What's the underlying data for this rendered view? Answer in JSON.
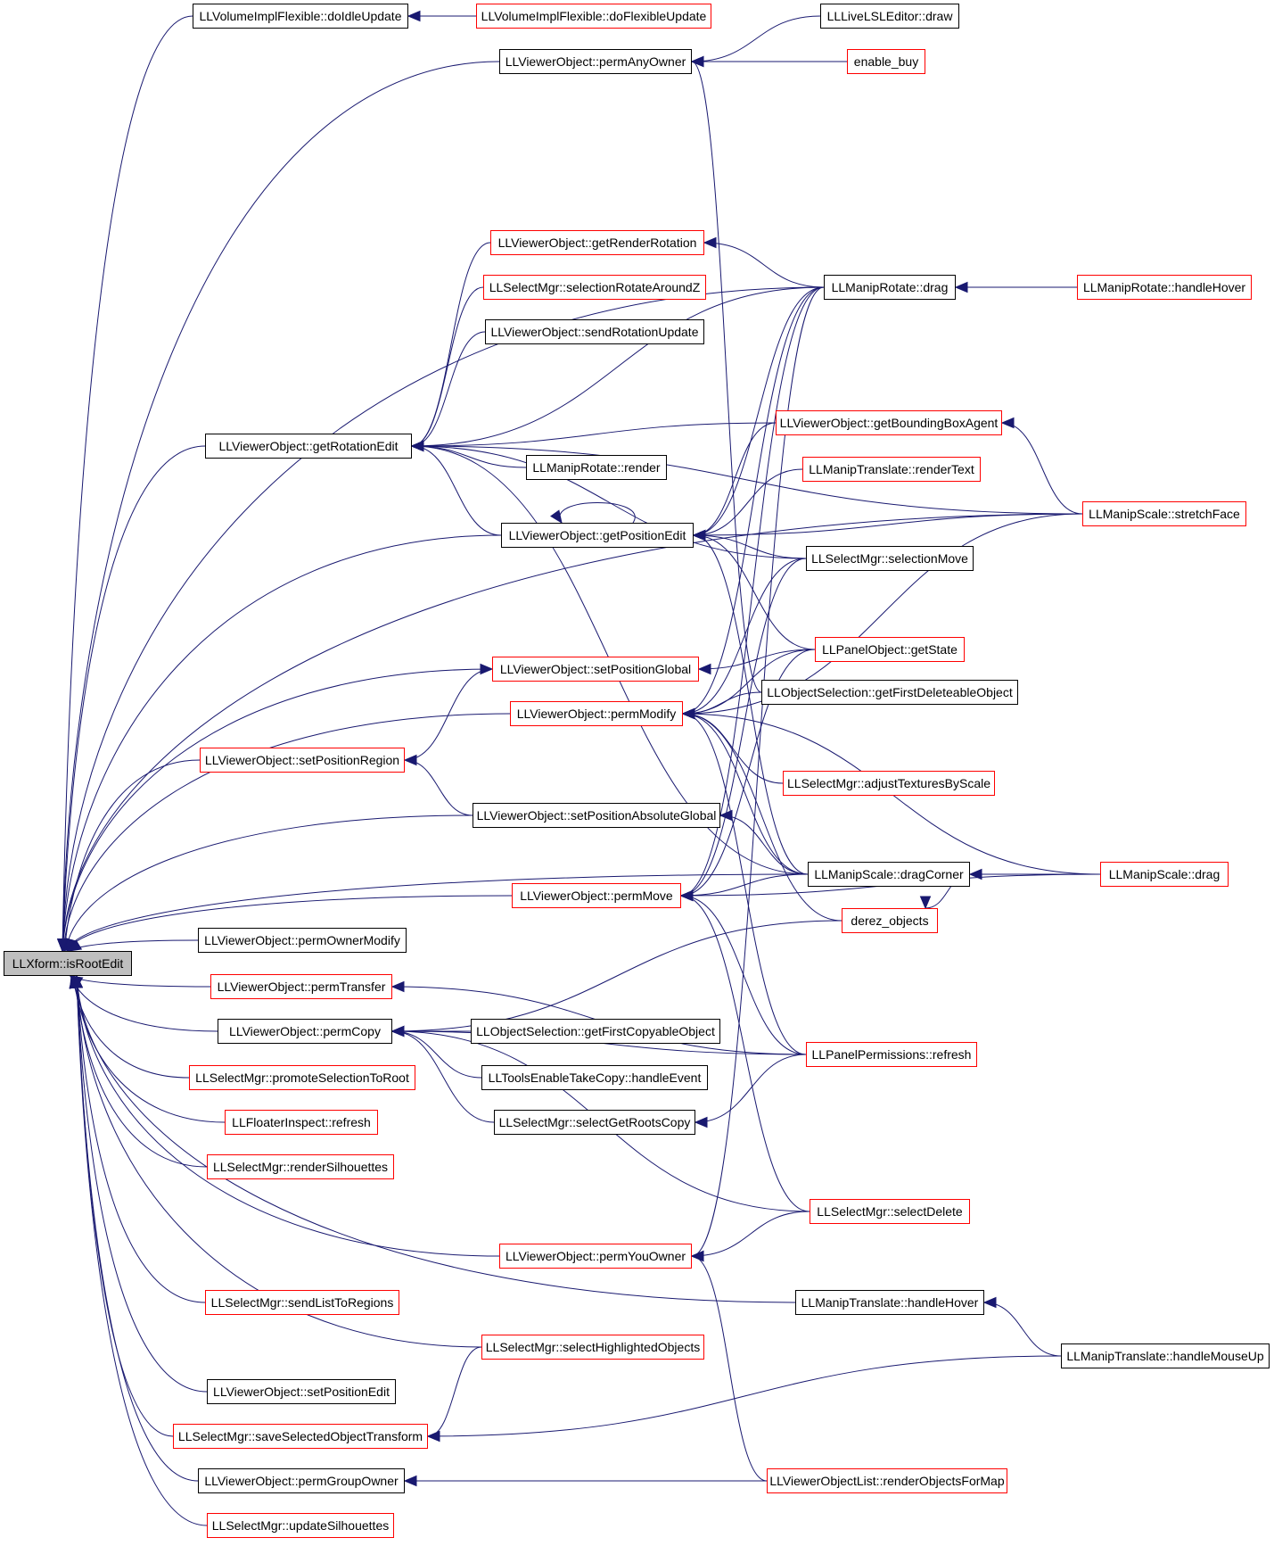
{
  "colors": {
    "edge": "#191970",
    "link_border": "#ff0000",
    "plain_border": "#000000",
    "root_fill": "#bfbfbf"
  },
  "nodes": [
    {
      "id": "isRootEdit",
      "label": "LLXform::isRootEdit",
      "style": "root"
    },
    {
      "id": "doIdleUpdate",
      "label": "LLVolumeImplFlexible::doIdleUpdate",
      "style": "black"
    },
    {
      "id": "doFlexibleUpdate",
      "label": "LLVolumeImplFlexible::doFlexibleUpdate",
      "style": "red"
    },
    {
      "id": "permAnyOwner",
      "label": "LLViewerObject::permAnyOwner",
      "style": "black"
    },
    {
      "id": "liveDraw",
      "label": "LLLiveLSLEditor::draw",
      "style": "black"
    },
    {
      "id": "enableBuy",
      "label": "enable_buy",
      "style": "red"
    },
    {
      "id": "getRenderRotation",
      "label": "LLViewerObject::getRenderRotation",
      "style": "red"
    },
    {
      "id": "selRotAroundZ",
      "label": "LLSelectMgr::selectionRotateAroundZ",
      "style": "red"
    },
    {
      "id": "sendRotationUpdate",
      "label": "LLViewerObject::sendRotationUpdate",
      "style": "black"
    },
    {
      "id": "rotDrag",
      "label": "LLManipRotate::drag",
      "style": "black"
    },
    {
      "id": "rotHover",
      "label": "LLManipRotate::handleHover",
      "style": "red"
    },
    {
      "id": "getRotationEdit",
      "label": "LLViewerObject::getRotationEdit",
      "style": "black"
    },
    {
      "id": "getBBoxAgent",
      "label": "LLViewerObject::getBoundingBoxAgent",
      "style": "red"
    },
    {
      "id": "rotRender",
      "label": "LLManipRotate::render",
      "style": "black"
    },
    {
      "id": "renderText",
      "label": "LLManipTranslate::renderText",
      "style": "red"
    },
    {
      "id": "stretchFace",
      "label": "LLManipScale::stretchFace",
      "style": "red"
    },
    {
      "id": "getPositionEdit",
      "label": "LLViewerObject::getPositionEdit",
      "style": "black"
    },
    {
      "id": "selectionMove",
      "label": "LLSelectMgr::selectionMove",
      "style": "black"
    },
    {
      "id": "getState",
      "label": "LLPanelObject::getState",
      "style": "red"
    },
    {
      "id": "setPositionGlobal",
      "label": "LLViewerObject::setPositionGlobal",
      "style": "red"
    },
    {
      "id": "firstDeleteable",
      "label": "LLObjectSelection::getFirstDeleteableObject",
      "style": "black"
    },
    {
      "id": "permModify",
      "label": "LLViewerObject::permModify",
      "style": "red"
    },
    {
      "id": "setPositionRegion",
      "label": "LLViewerObject::setPositionRegion",
      "style": "red"
    },
    {
      "id": "adjustTextures",
      "label": "LLSelectMgr::adjustTexturesByScale",
      "style": "red"
    },
    {
      "id": "setPosAbsGlobal",
      "label": "LLViewerObject::setPositionAbsoluteGlobal",
      "style": "black"
    },
    {
      "id": "dragCorner",
      "label": "LLManipScale::dragCorner",
      "style": "black"
    },
    {
      "id": "scaleDrag",
      "label": "LLManipScale::drag",
      "style": "red"
    },
    {
      "id": "permMove",
      "label": "LLViewerObject::permMove",
      "style": "red"
    },
    {
      "id": "derez",
      "label": "derez_objects",
      "style": "red"
    },
    {
      "id": "permOwnerModify",
      "label": "LLViewerObject::permOwnerModify",
      "style": "black"
    },
    {
      "id": "permTransfer",
      "label": "LLViewerObject::permTransfer",
      "style": "red"
    },
    {
      "id": "permCopy",
      "label": "LLViewerObject::permCopy",
      "style": "black"
    },
    {
      "id": "firstCopyable",
      "label": "LLObjectSelection::getFirstCopyableObject",
      "style": "black"
    },
    {
      "id": "panelRefresh",
      "label": "LLPanelPermissions::refresh",
      "style": "red"
    },
    {
      "id": "promoteSel",
      "label": "LLSelectMgr::promoteSelectionToRoot",
      "style": "red"
    },
    {
      "id": "takeCopy",
      "label": "LLToolsEnableTakeCopy::handleEvent",
      "style": "black"
    },
    {
      "id": "floaterRefresh",
      "label": "LLFloaterInspect::refresh",
      "style": "red"
    },
    {
      "id": "rootsCopy",
      "label": "LLSelectMgr::selectGetRootsCopy",
      "style": "black"
    },
    {
      "id": "renderSil",
      "label": "LLSelectMgr::renderSilhouettes",
      "style": "red"
    },
    {
      "id": "selectDelete",
      "label": "LLSelectMgr::selectDelete",
      "style": "red"
    },
    {
      "id": "permYouOwner",
      "label": "LLViewerObject::permYouOwner",
      "style": "red"
    },
    {
      "id": "sendList",
      "label": "LLSelectMgr::sendListToRegions",
      "style": "red"
    },
    {
      "id": "transHover",
      "label": "LLManipTranslate::handleHover",
      "style": "black"
    },
    {
      "id": "selHighlighted",
      "label": "LLSelectMgr::selectHighlightedObjects",
      "style": "red"
    },
    {
      "id": "mouseUp",
      "label": "LLManipTranslate::handleMouseUp",
      "style": "black"
    },
    {
      "id": "setPositionEdit",
      "label": "LLViewerObject::setPositionEdit",
      "style": "black"
    },
    {
      "id": "saveSel",
      "label": "LLSelectMgr::saveSelectedObjectTransform",
      "style": "red"
    },
    {
      "id": "permGroupOwner",
      "label": "LLViewerObject::permGroupOwner",
      "style": "black"
    },
    {
      "id": "renderForMap",
      "label": "LLViewerObjectList::renderObjectsForMap",
      "style": "red"
    },
    {
      "id": "updateSil",
      "label": "LLSelectMgr::updateSilhouettes",
      "style": "red"
    }
  ],
  "edges": [
    [
      "doIdleUpdate",
      "isRootEdit"
    ],
    [
      "permAnyOwner",
      "isRootEdit"
    ],
    [
      "getRotationEdit",
      "isRootEdit"
    ],
    [
      "getPositionEdit",
      "isRootEdit"
    ],
    [
      "setPositionGlobal",
      "isRootEdit"
    ],
    [
      "permModify",
      "isRootEdit"
    ],
    [
      "setPositionRegion",
      "isRootEdit"
    ],
    [
      "setPosAbsGlobal",
      "isRootEdit"
    ],
    [
      "permMove",
      "isRootEdit"
    ],
    [
      "permOwnerModify",
      "isRootEdit"
    ],
    [
      "permTransfer",
      "isRootEdit"
    ],
    [
      "permCopy",
      "isRootEdit"
    ],
    [
      "promoteSel",
      "isRootEdit"
    ],
    [
      "floaterRefresh",
      "isRootEdit"
    ],
    [
      "renderSil",
      "isRootEdit"
    ],
    [
      "permYouOwner",
      "isRootEdit"
    ],
    [
      "sendList",
      "isRootEdit"
    ],
    [
      "selHighlighted",
      "isRootEdit"
    ],
    [
      "setPositionEdit",
      "isRootEdit"
    ],
    [
      "saveSel",
      "isRootEdit"
    ],
    [
      "permGroupOwner",
      "isRootEdit"
    ],
    [
      "updateSil",
      "isRootEdit"
    ],
    [
      "transHover",
      "isRootEdit"
    ],
    [
      "dragCorner",
      "isRootEdit"
    ],
    [
      "stretchFace",
      "isRootEdit"
    ],
    [
      "rotDrag",
      "isRootEdit"
    ],
    [
      "doFlexibleUpdate",
      "doIdleUpdate"
    ],
    [
      "liveDraw",
      "permAnyOwner"
    ],
    [
      "enableBuy",
      "permAnyOwner"
    ],
    [
      "getRenderRotation",
      "getRotationEdit"
    ],
    [
      "selRotAroundZ",
      "getRotationEdit"
    ],
    [
      "sendRotationUpdate",
      "getRotationEdit"
    ],
    [
      "rotDrag",
      "getRotationEdit"
    ],
    [
      "getBBoxAgent",
      "getRotationEdit"
    ],
    [
      "rotRender",
      "getRotationEdit"
    ],
    [
      "getPositionEdit",
      "getRotationEdit"
    ],
    [
      "selectionMove",
      "getRotationEdit"
    ],
    [
      "stretchFace",
      "getRotationEdit"
    ],
    [
      "dragCorner",
      "getRotationEdit"
    ],
    [
      "rotDrag",
      "getRenderRotation"
    ],
    [
      "rotHover",
      "rotDrag"
    ],
    [
      "rotDrag",
      "getPositionEdit"
    ],
    [
      "getBBoxAgent",
      "getPositionEdit"
    ],
    [
      "renderText",
      "getPositionEdit"
    ],
    [
      "stretchFace",
      "getPositionEdit"
    ],
    [
      "selectionMove",
      "getPositionEdit"
    ],
    [
      "getState",
      "getPositionEdit"
    ],
    [
      "dragCorner",
      "getPositionEdit"
    ],
    [
      "getPositionEdit",
      "getPositionEdit"
    ],
    [
      "stretchFace",
      "getBBoxAgent"
    ],
    [
      "getState",
      "setPositionGlobal"
    ],
    [
      "setPosAbsGlobal",
      "setPositionRegion"
    ],
    [
      "setPositionRegion",
      "setPositionGlobal"
    ],
    [
      "dragCorner",
      "setPosAbsGlobal"
    ],
    [
      "scaleDrag",
      "dragCorner"
    ],
    [
      "scaleDrag",
      "permModify"
    ],
    [
      "firstDeleteable",
      "permModify"
    ],
    [
      "getState",
      "permModify"
    ],
    [
      "stretchFace",
      "permModify"
    ],
    [
      "adjustTextures",
      "permModify"
    ],
    [
      "dragCorner",
      "permModify"
    ],
    [
      "selectionMove",
      "permModify"
    ],
    [
      "rotDrag",
      "permModify"
    ],
    [
      "panelRefresh",
      "permModify"
    ],
    [
      "derez",
      "permModify"
    ],
    [
      "dragCorner",
      "permMove"
    ],
    [
      "rotDrag",
      "permMove"
    ],
    [
      "selectionMove",
      "permMove"
    ],
    [
      "panelRefresh",
      "permMove"
    ],
    [
      "selectDelete",
      "permMove"
    ],
    [
      "scaleDrag",
      "permMove"
    ],
    [
      "getState",
      "permMove"
    ],
    [
      "derez",
      "permCopy"
    ],
    [
      "firstCopyable",
      "permCopy"
    ],
    [
      "takeCopy",
      "permCopy"
    ],
    [
      "rootsCopy",
      "permCopy"
    ],
    [
      "panelRefresh",
      "permCopy"
    ],
    [
      "selectDelete",
      "permCopy"
    ],
    [
      "panelRefresh",
      "permTransfer"
    ],
    [
      "panelRefresh",
      "rootsCopy"
    ],
    [
      "selectDelete",
      "permYouOwner"
    ],
    [
      "rotDrag",
      "permYouOwner"
    ],
    [
      "renderForMap",
      "permYouOwner"
    ],
    [
      "mouseUp",
      "transHover"
    ],
    [
      "mouseUp",
      "saveSel"
    ],
    [
      "selHighlighted",
      "saveSel"
    ],
    [
      "renderForMap",
      "permGroupOwner"
    ],
    [
      "dragCorner",
      "derez"
    ],
    [
      "firstDeleteable",
      "permAnyOwner"
    ]
  ]
}
